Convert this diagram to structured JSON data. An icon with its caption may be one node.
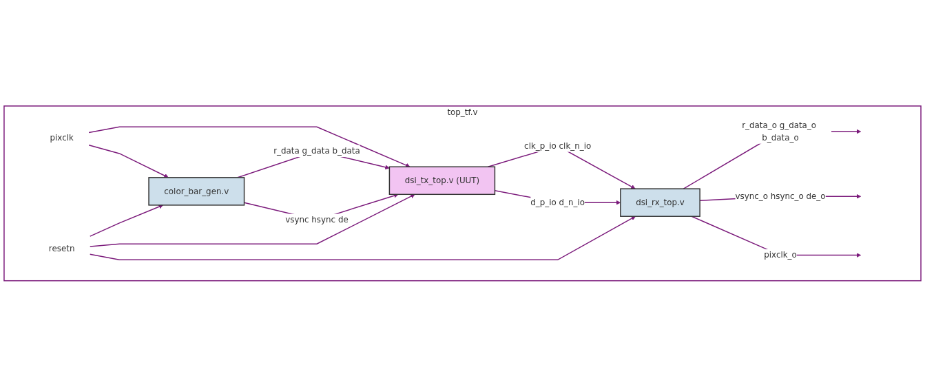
{
  "diagram": {
    "nodes": [
      {
        "text": [
          "top_tf.v"
        ]
      },
      {
        "text": [
          "pixclk"
        ],
        "in": 0
      },
      {
        "text": [
          "color_bar_gen.v"
        ],
        "in": 0
      },
      {
        "text": [
          "dsi_tx_top.v (UUT)"
        ],
        "in": 0
      },
      {
        "text": [
          "dsi_rx_top.v"
        ],
        "in": 0
      },
      {
        "text": [
          "resetn"
        ],
        "in": 0
      }
    ],
    "edges": [
      {
        "from": 1,
        "to": 3,
        "arrow": "to"
      },
      {
        "from": 1,
        "to": 2,
        "arrow": "to"
      },
      {
        "from": 2,
        "to": 3,
        "label": "r_data g_data b_data",
        "arrow": "to"
      },
      {
        "from": 2,
        "to": 3,
        "label": "vsync hsync de",
        "arrow": "to"
      },
      {
        "from": 3,
        "to": 4,
        "label": "clk_p_io clk_n_io",
        "arrow": "to"
      },
      {
        "from": 3,
        "to": 4,
        "label": "d_p_io d_n_io",
        "arrow": "to"
      },
      {
        "from": 4,
        "to": null,
        "label": "r_data_o g_data_o b_data_o",
        "arrow": "to"
      },
      {
        "from": 4,
        "to": null,
        "label": "vsync_o hsync_o de_o",
        "arrow": "to"
      },
      {
        "from": 4,
        "to": null,
        "label": "pixclk_o",
        "arrow": "to"
      },
      {
        "from": 5,
        "to": 2,
        "arrow": "to"
      },
      {
        "from": 5,
        "to": 3,
        "arrow": "to"
      },
      {
        "from": 5,
        "to": 4,
        "arrow": "to"
      }
    ]
  }
}
